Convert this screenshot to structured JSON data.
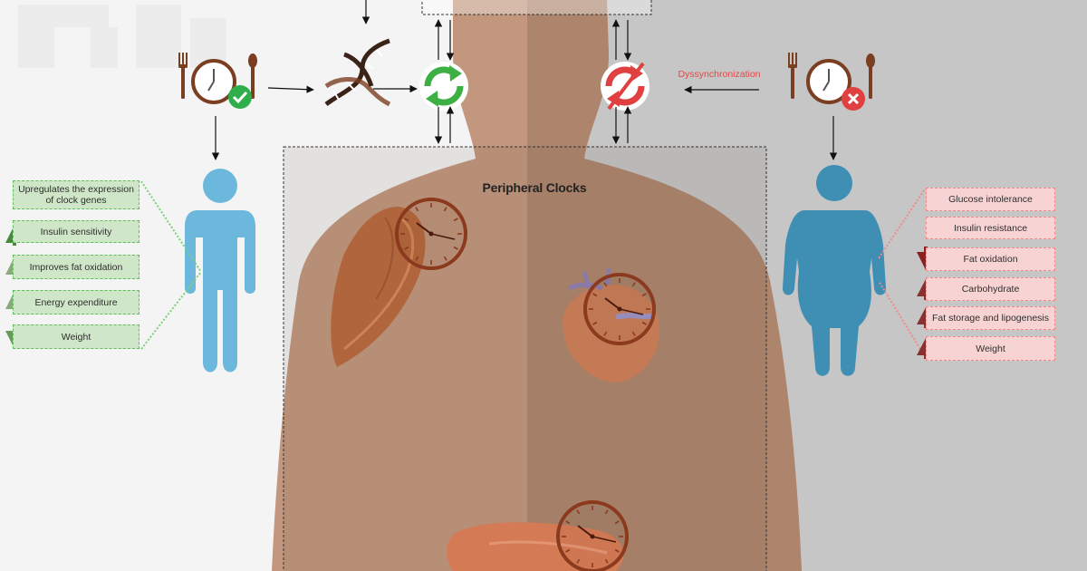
{
  "diagram": {
    "title": "Peripheral Clocks",
    "dyssync_label": "Dyssynchronization",
    "healthy_effects": [
      {
        "label": "Upregulates the expression of clock genes",
        "direction": "none"
      },
      {
        "label": "Insulin sensitivity",
        "direction": "up"
      },
      {
        "label": "Improves fat oxidation",
        "direction": "up"
      },
      {
        "label": "Energy expenditure",
        "direction": "up"
      },
      {
        "label": "Weight",
        "direction": "down"
      }
    ],
    "unhealthy_effects": [
      {
        "label": "Glucose intolerance",
        "direction": "none"
      },
      {
        "label": "Insulin resistance",
        "direction": "none"
      },
      {
        "label": "Fat oxidation",
        "direction": "down"
      },
      {
        "label": "Carbohydrate",
        "direction": "up"
      },
      {
        "label": "Fat storage and lipogenesis",
        "direction": "up"
      },
      {
        "label": "Weight",
        "direction": "up"
      }
    ],
    "icons": [
      "fork-icon",
      "spoon-icon",
      "clock-icon",
      "check-icon",
      "cross-icon",
      "dna-icon",
      "sync-icon",
      "sync-broken-icon",
      "person-icon",
      "muscle-icon",
      "heart-icon",
      "liver-icon",
      "arrow-up-icon",
      "arrow-down-icon"
    ],
    "colors": {
      "healthy_box": "#cfe7c8",
      "healthy_border": "#5fbf5a",
      "unhealthy_box": "#f8d3d3",
      "unhealthy_border": "#ef8a8a",
      "clock_ring": "#8b3a1e",
      "person_healthy": "#6bb8dc",
      "person_unhealthy": "#3f8fb4",
      "sync_green": "#3cb043",
      "sync_red": "#e04040"
    }
  }
}
